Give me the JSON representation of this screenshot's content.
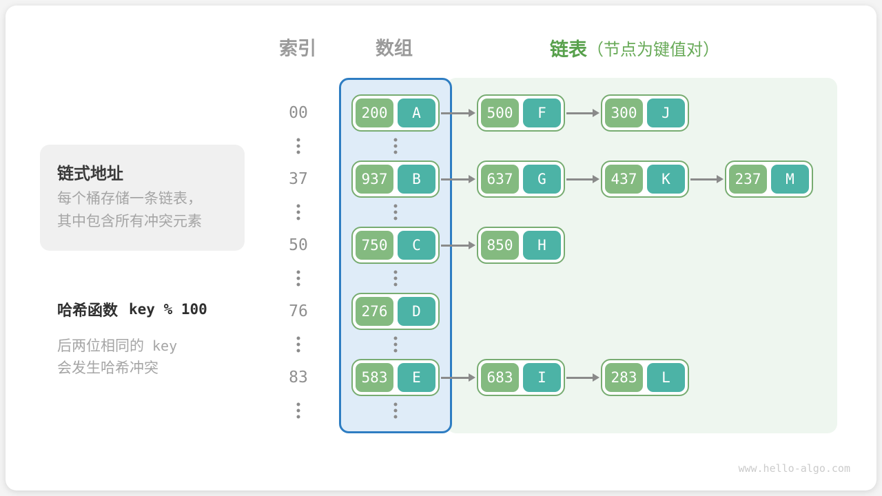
{
  "headers": {
    "index": "索引",
    "array": "数组",
    "list": "链表",
    "list_note": "（节点为键值对）"
  },
  "legend": {
    "method_title": "链式地址",
    "method_lines": [
      "每个桶存储一条链表，",
      "其中包含所有冲突元素"
    ],
    "hash_title": "哈希函数",
    "hash_formula": "key % 100",
    "hash_line1_text": "后两位相同的",
    "hash_line1_key": "key",
    "hash_line2": "会发生哈希冲突"
  },
  "table": {
    "rows": [
      {
        "index": "00",
        "chain": [
          {
            "key": "200",
            "value": "A"
          },
          {
            "key": "500",
            "value": "F"
          },
          {
            "key": "300",
            "value": "J"
          }
        ]
      },
      {
        "index": "37",
        "chain": [
          {
            "key": "937",
            "value": "B"
          },
          {
            "key": "637",
            "value": "G"
          },
          {
            "key": "437",
            "value": "K"
          },
          {
            "key": "237",
            "value": "M"
          }
        ]
      },
      {
        "index": "50",
        "chain": [
          {
            "key": "750",
            "value": "C"
          },
          {
            "key": "850",
            "value": "H"
          }
        ]
      },
      {
        "index": "76",
        "chain": [
          {
            "key": "276",
            "value": "D"
          }
        ]
      },
      {
        "index": "83",
        "chain": [
          {
            "key": "583",
            "value": "E"
          },
          {
            "key": "683",
            "value": "I"
          },
          {
            "key": "283",
            "value": "L"
          }
        ]
      }
    ]
  },
  "watermark": "www.hello-algo.com",
  "colors": {
    "key_cell": "#84ba80",
    "value_cell": "#4cb3a6",
    "node_border": "#77ac71",
    "array_panel_fill": "#dfecf8",
    "array_panel_border": "#2e7dc2",
    "list_panel_fill": "#eef6ef",
    "list_header_green": "#57a04b",
    "header_gray": "#9a9a9a",
    "arrow_gray": "#8a8a8a",
    "legend_box_fill": "#f0f0f0"
  }
}
